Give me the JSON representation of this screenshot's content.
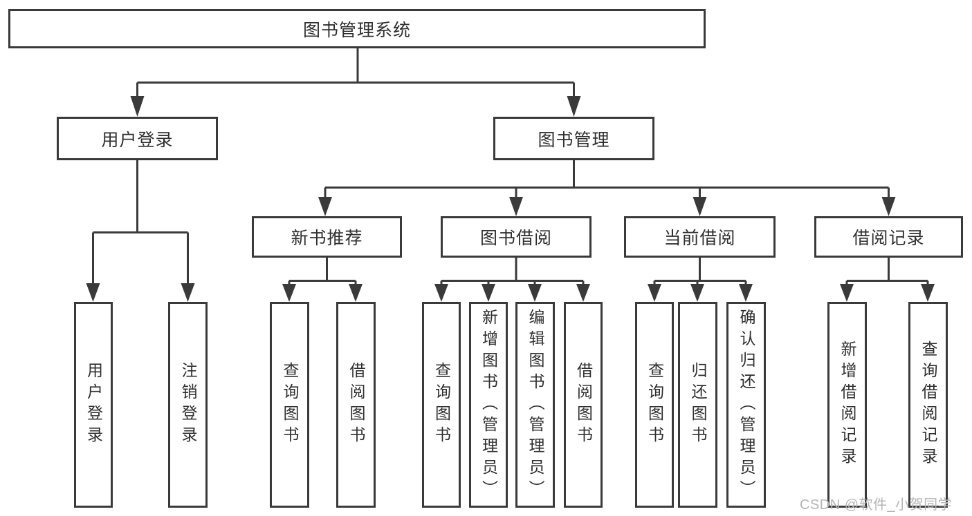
{
  "colors": {
    "line": "#3a3a3a",
    "text": "#2f2f2f",
    "bg": "#ffffff",
    "watermark": "#b5b5b5"
  },
  "tree": {
    "root": {
      "label": "图书管理系统"
    },
    "children": [
      {
        "label": "用户登录",
        "children": [
          {
            "label": "用户登录"
          },
          {
            "label": "注销登录"
          }
        ]
      },
      {
        "label": "图书管理",
        "children": [
          {
            "label": "新书推荐",
            "children": [
              {
                "label": "查询图书"
              },
              {
                "label": "借阅图书"
              }
            ]
          },
          {
            "label": "图书借阅",
            "children": [
              {
                "label": "查询图书"
              },
              {
                "label": "新增图书（管理员）"
              },
              {
                "label": "编辑图书（管理员）"
              },
              {
                "label": "借阅图书"
              }
            ]
          },
          {
            "label": "当前借阅",
            "children": [
              {
                "label": "查询图书"
              },
              {
                "label": "归还图书"
              },
              {
                "label": "确认归还（管理员）"
              }
            ]
          },
          {
            "label": "借阅记录",
            "children": [
              {
                "label": "新增借阅记录"
              },
              {
                "label": "查询借阅记录"
              }
            ]
          }
        ]
      }
    ]
  },
  "watermark": {
    "text": "CSDN @软件_小贺同学"
  }
}
